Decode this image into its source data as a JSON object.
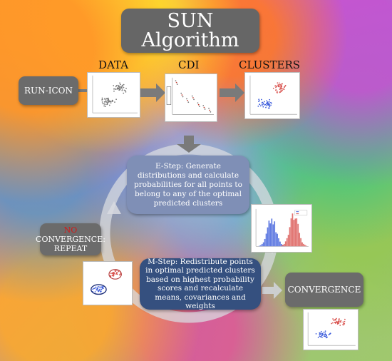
{
  "title": {
    "line1": "SUN",
    "line2": "Algorithm"
  },
  "labels": {
    "data": "DATA",
    "cdi": "CDI",
    "clusters": "CLUSTERS"
  },
  "run_icon": "RUN-ICON",
  "e_step": {
    "text": "E-Step: Generate distributions and calculate probabilities for all points to belong to any of the optimal predicted clusters"
  },
  "m_step": {
    "text": "M-Step: Redistribute points in optimal predicted clusters based on highest probability scores and recalculate means, covariances and weights"
  },
  "no_convergence": {
    "no": "NO",
    "rest1": "CONVERGENCE:",
    "rest2": "REPEAT"
  },
  "convergence": "CONVERGENCE",
  "colors": {
    "box_gray": "#6b6b6b",
    "e_step": "#7f8fb6",
    "m_step": "#35507f",
    "arrow": "#7a7a7a",
    "cluster_red": "#d9534f",
    "cluster_blue": "#3b5bdb",
    "no_red": "#d11a1a"
  }
}
